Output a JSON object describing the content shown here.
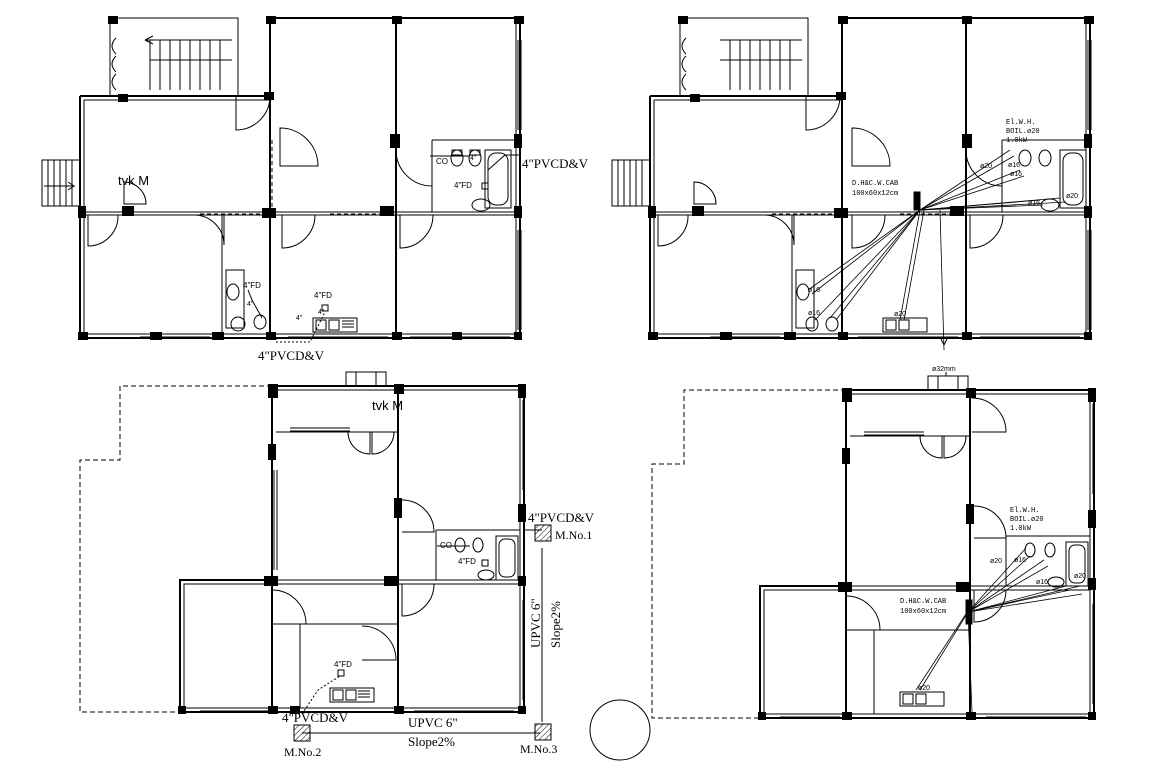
{
  "plans": {
    "top_left": {
      "pipe_label_right": "4\"PVCD&V",
      "pipe_label_bottom": "4\"PVCD&V",
      "ohwt_label": "tvk M",
      "co_label": "CO",
      "fd_label_bath": "4\"FD",
      "fd_label_bath2": "4\"FD",
      "fd_label_kitchen": "4\"FD",
      "pipe_small_1": "4\"",
      "pipe_small_2": "4\"",
      "pipe_small_3": "4\"",
      "pipe_small_4": "4\""
    },
    "top_right": {
      "ewh_title": "El.W.H.",
      "ewh_spec": "BOIL.ø20",
      "ewh_power": "1.0kW",
      "cab_title": "D.H&C.W.CAB",
      "cab_size": "100x60x12cm",
      "dia_20_a": "ø20",
      "dia_16_a": "ø16",
      "dia_16_b": "ø16",
      "dia_20_b": "ø20",
      "dia_16_c": "ø16",
      "dia_16_d": "ø16",
      "dia_16_e": "ø16",
      "dia_20_c": "ø20"
    },
    "bottom_left": {
      "ohwt_label": "tvk M",
      "pipe_label_right": "4\"PVCD&V",
      "manhole_1": "M.No.1",
      "manhole_2": "M.No.2",
      "manhole_3": "M.No.3",
      "pipe_label_bottom": "4\"PVCD&V",
      "upvc_vertical": "UPVC 6\"",
      "slope_vertical": "Slope2%",
      "upvc_horizontal": "UPVC 6\"",
      "slope_horizontal": "Slope2%",
      "co_label": "CO",
      "fd_label_bath": "4\"FD",
      "fd_label_kitchen": "4\"FD"
    },
    "bottom_right": {
      "inlet_label": "ø32mm",
      "ewh_title": "El.W.H.",
      "ewh_spec": "BOIL.ø20",
      "ewh_power": "1.0kW",
      "cab_title": "D.H&C.W.CAB",
      "cab_size": "100x60x12cm",
      "dia_20_a": "ø20",
      "dia_16_a": "ø16",
      "dia_16_b": "ø16",
      "dia_20_b": "ø20",
      "dia_20_c": "ø20"
    }
  }
}
